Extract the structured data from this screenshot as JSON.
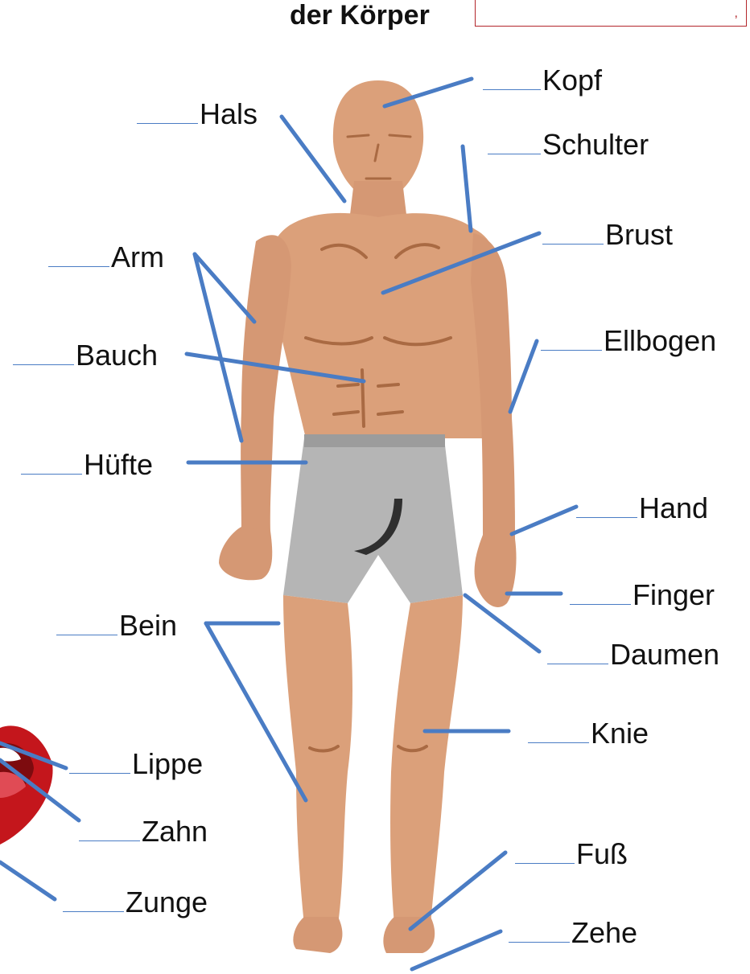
{
  "title": "der Körper",
  "namebox_mark": ",",
  "labels": {
    "kopf": "Kopf",
    "hals": "Hals",
    "schulter": "Schulter",
    "brust": "Brust",
    "arm": "Arm",
    "bauch": "Bauch",
    "ellbogen": "Ellbogen",
    "huefte": "Hüfte",
    "hand": "Hand",
    "finger": "Finger",
    "daumen": "Daumen",
    "bein": "Bein",
    "knie": "Knie",
    "lippe": "Lippe",
    "zahn": "Zahn",
    "zunge": "Zunge",
    "fuss": "Fuß",
    "zehe": "Zehe"
  },
  "colors": {
    "skin": "#dba07a",
    "skin_shadow": "#a96a43",
    "shorts": "#b5b5b5",
    "leader_line": "#4a7cc4",
    "lips": "#c4161c"
  }
}
